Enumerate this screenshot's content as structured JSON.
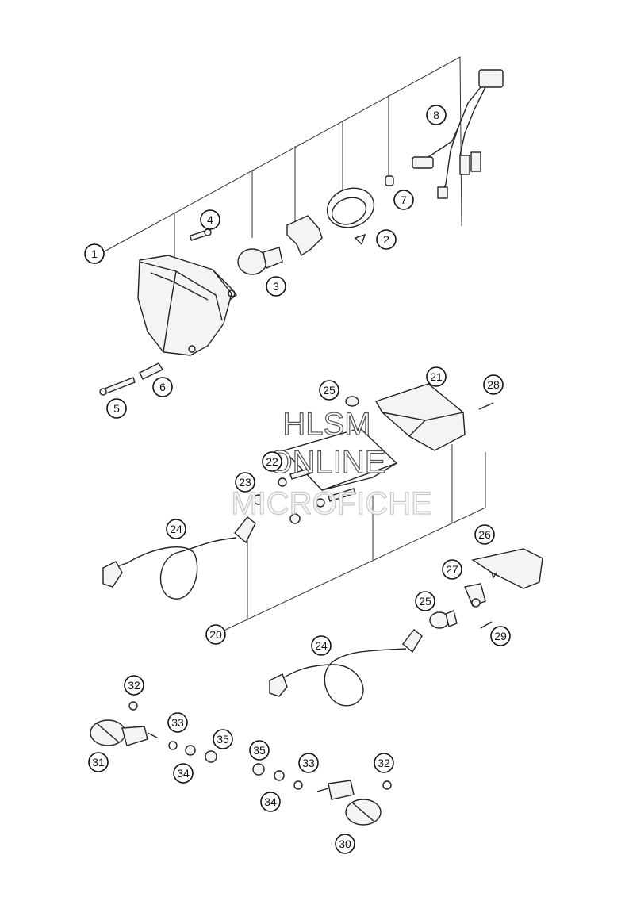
{
  "watermark": {
    "line1": "HLSM",
    "line2": "ONLINE",
    "line3": "MICROFICHE"
  },
  "callouts": [
    {
      "id": "c1",
      "label": "1"
    },
    {
      "id": "c2",
      "label": "2"
    },
    {
      "id": "c3",
      "label": "3"
    },
    {
      "id": "c4",
      "label": "4"
    },
    {
      "id": "c5",
      "label": "5"
    },
    {
      "id": "c6",
      "label": "6"
    },
    {
      "id": "c7",
      "label": "7"
    },
    {
      "id": "c8",
      "label": "8"
    },
    {
      "id": "c20",
      "label": "20"
    },
    {
      "id": "c21",
      "label": "21"
    },
    {
      "id": "c22",
      "label": "22"
    },
    {
      "id": "c23",
      "label": "23"
    },
    {
      "id": "c24a",
      "label": "24"
    },
    {
      "id": "c24b",
      "label": "24"
    },
    {
      "id": "c25a",
      "label": "25"
    },
    {
      "id": "c25b",
      "label": "25"
    },
    {
      "id": "c26",
      "label": "26"
    },
    {
      "id": "c27",
      "label": "27"
    },
    {
      "id": "c28",
      "label": "28"
    },
    {
      "id": "c29",
      "label": "29"
    },
    {
      "id": "c30",
      "label": "30"
    },
    {
      "id": "c31",
      "label": "31"
    },
    {
      "id": "c32a",
      "label": "32"
    },
    {
      "id": "c32b",
      "label": "32"
    },
    {
      "id": "c33a",
      "label": "33"
    },
    {
      "id": "c33b",
      "label": "33"
    },
    {
      "id": "c34a",
      "label": "34"
    },
    {
      "id": "c34b",
      "label": "34"
    },
    {
      "id": "c35a",
      "label": "35"
    },
    {
      "id": "c35b",
      "label": "35"
    }
  ]
}
